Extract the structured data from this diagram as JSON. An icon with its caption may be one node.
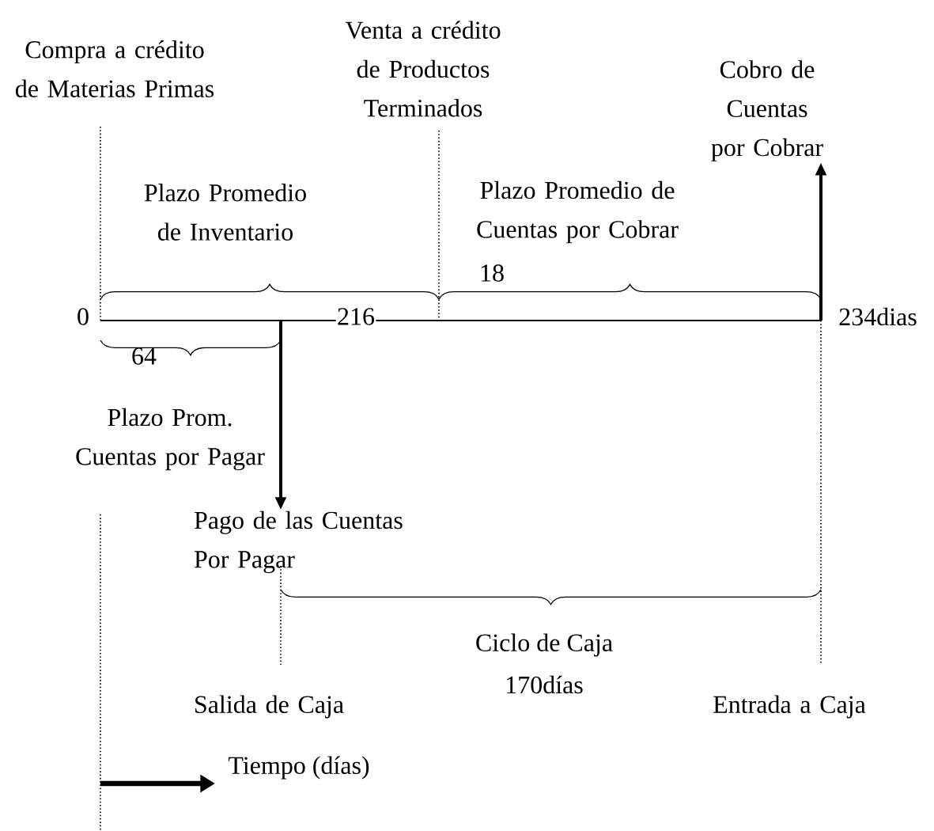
{
  "diagram": {
    "nodes": [
      {
        "text": [
          "Compra a crédito de Materias Primas"
        ]
      },
      {
        "text": [
          "Venta a crédito de Productos Terminados"
        ]
      },
      {
        "text": [
          "Cobro de Cuentas por Cobrar"
        ]
      },
      {
        "text": [
          "Pago de las Cuentas Por Pagar"
        ]
      }
    ],
    "edges": [
      {
        "from": null,
        "to": 3,
        "arrow": "to"
      },
      {
        "from": null,
        "to": 2,
        "arrow": "to"
      }
    ],
    "labels": [
      "Plazo Promedio de Inventario",
      "Plazo Promedio de Cuentas por Cobrar",
      "18",
      "0",
      "216",
      "234dias",
      "64",
      "Plazo Prom. Cuentas por Pagar",
      "Ciclo de Caja",
      "170días",
      "Salida de Caja",
      "Entrada a Caja",
      "Tiempo (días)"
    ]
  }
}
